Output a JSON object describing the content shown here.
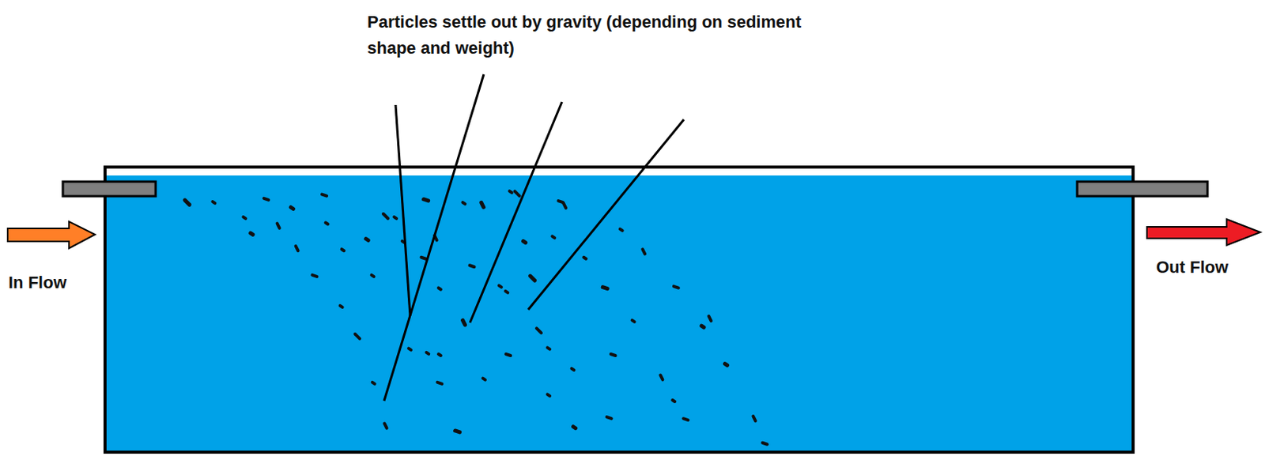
{
  "diagram": {
    "labels": [
      "Particles settle out by gravity (depending on sediment shape and weight)",
      "In Flow",
      "Out Flow"
    ]
  }
}
